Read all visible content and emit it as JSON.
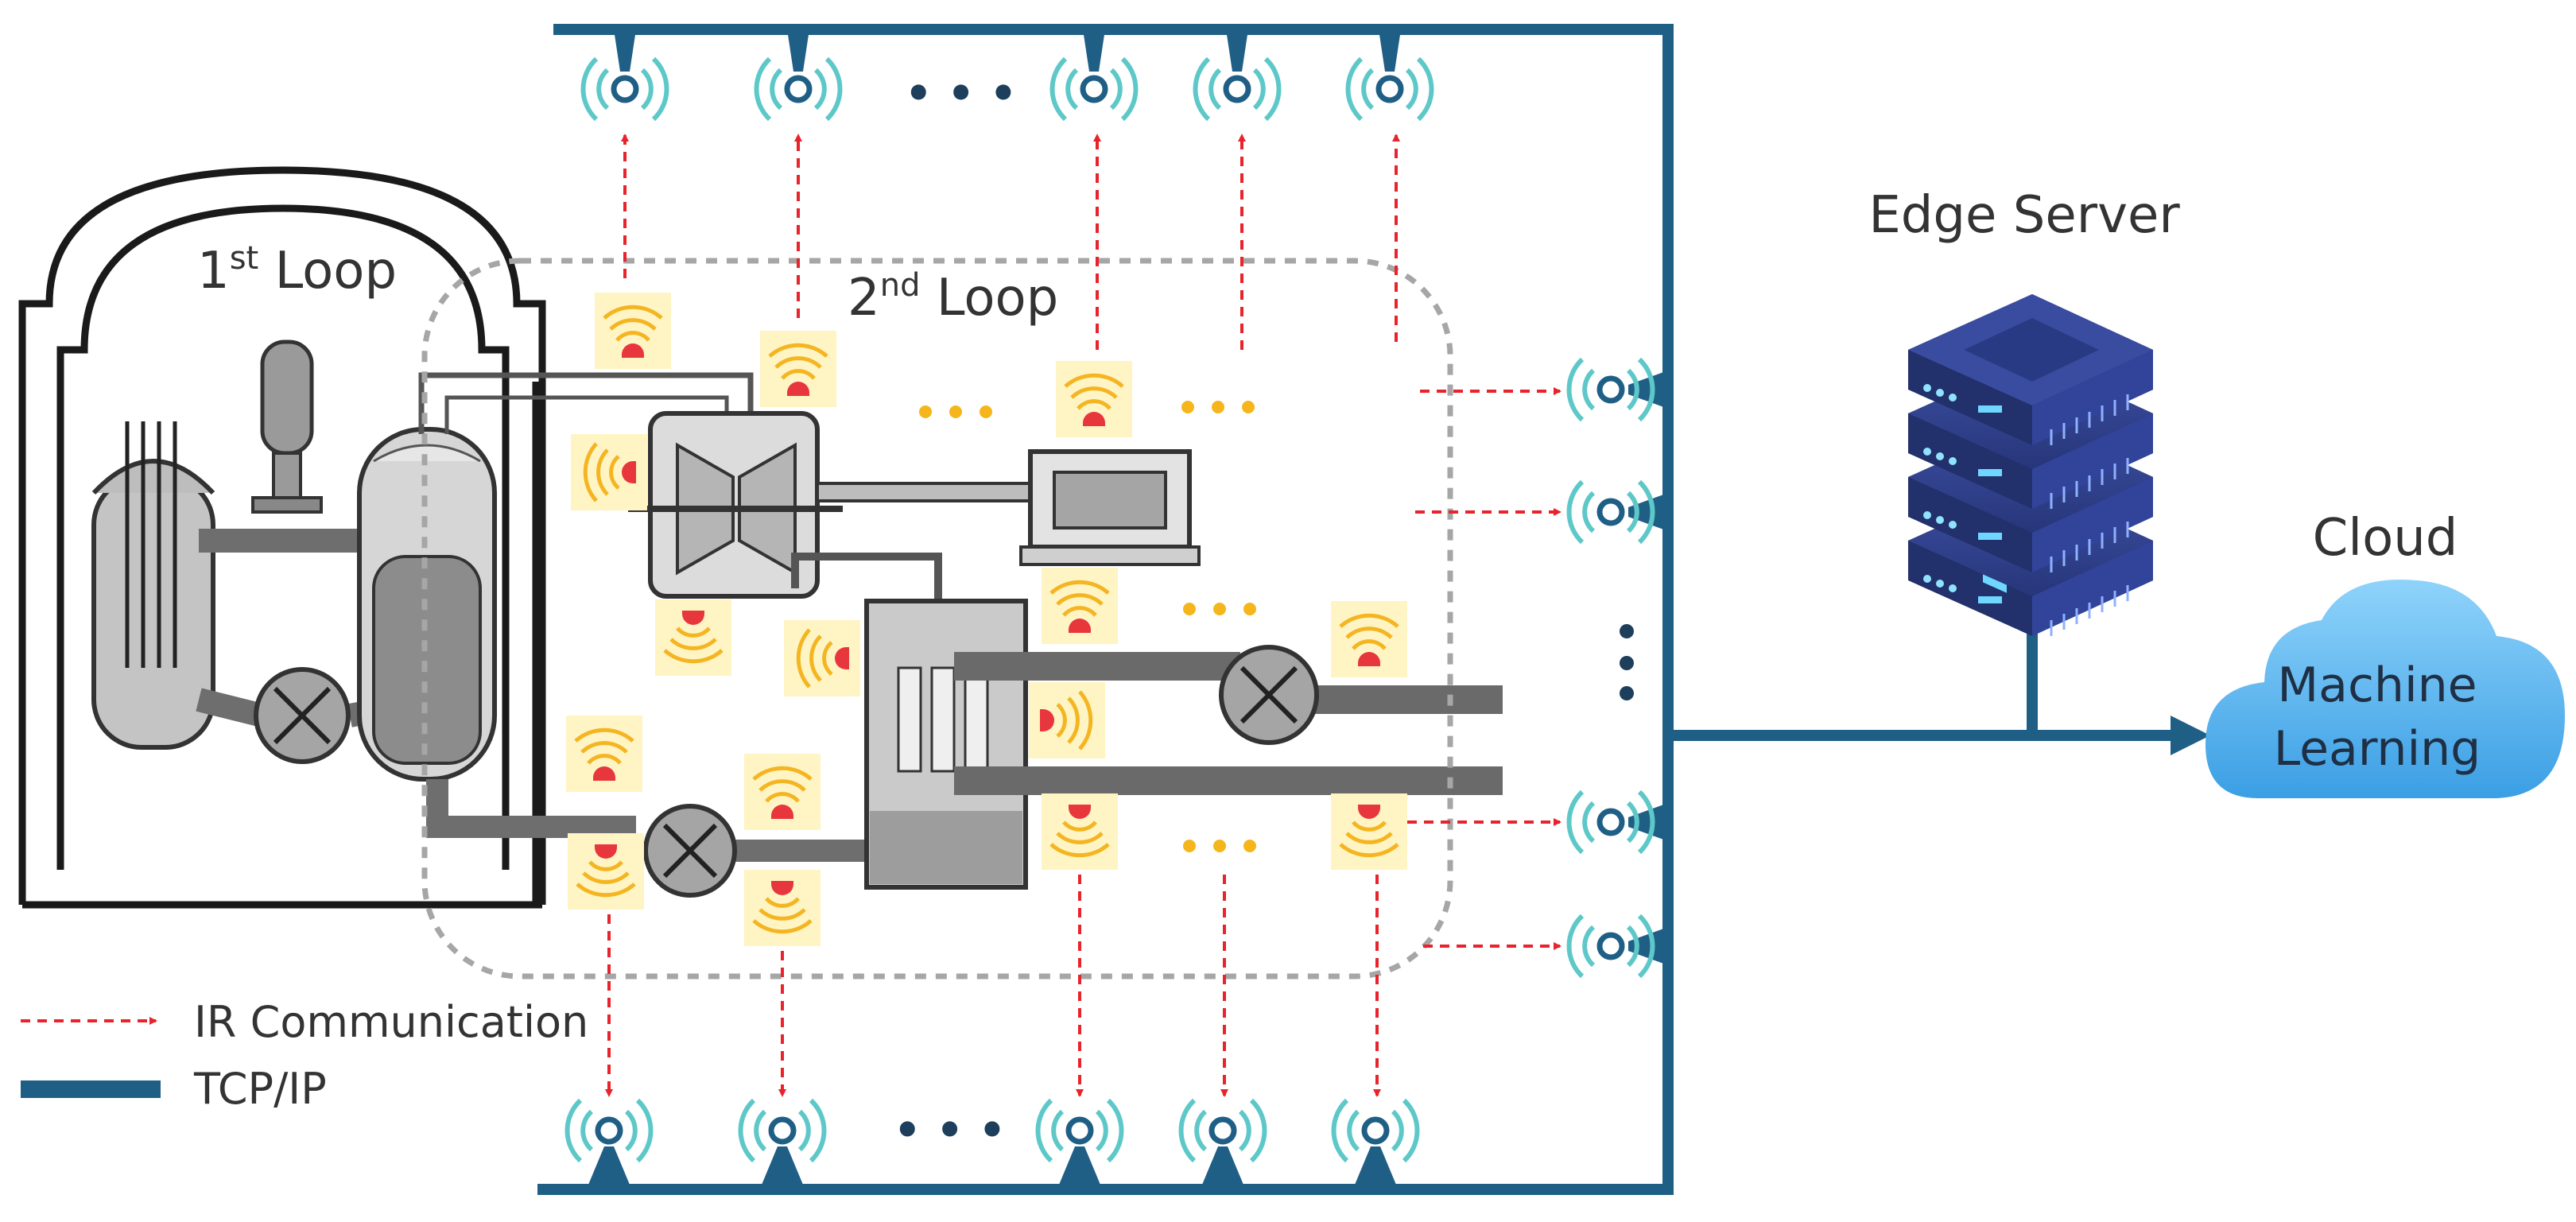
{
  "diagram": {
    "loop1": {
      "label_main": "1",
      "label_sup": "st",
      "label_rest": " Loop"
    },
    "loop2": {
      "label_main": "2",
      "label_sup": "nd",
      "label_rest": " Loop"
    },
    "edge_server": {
      "label": "Edge Server"
    },
    "cloud": {
      "label": "Cloud",
      "line1": "Machine",
      "line2": "Learning"
    },
    "ellipsis": "• • •"
  },
  "legend": {
    "ir_label": "IR Communication",
    "tcp_label": "TCP/IP"
  },
  "colors": {
    "bus": "#1f5f86",
    "ir_arrow": "#e8232b",
    "sensor_wave": "#f4b521",
    "sensor_dot": "#e8363d",
    "sensor_bg": "#fff4c4",
    "receiver_wave": "#5ec8c9",
    "dots_gold": "#f5b61c",
    "dots_dark": "#1d3f5c",
    "server": "#2e3f82",
    "cloud": "#5cb3ec",
    "dashed_box": "#a6a6a6"
  },
  "icons": {
    "receiver": "wireless-receiver-icon",
    "sensor": "ir-sensor-icon",
    "server": "server-stack-icon",
    "cloud": "cloud-icon"
  }
}
